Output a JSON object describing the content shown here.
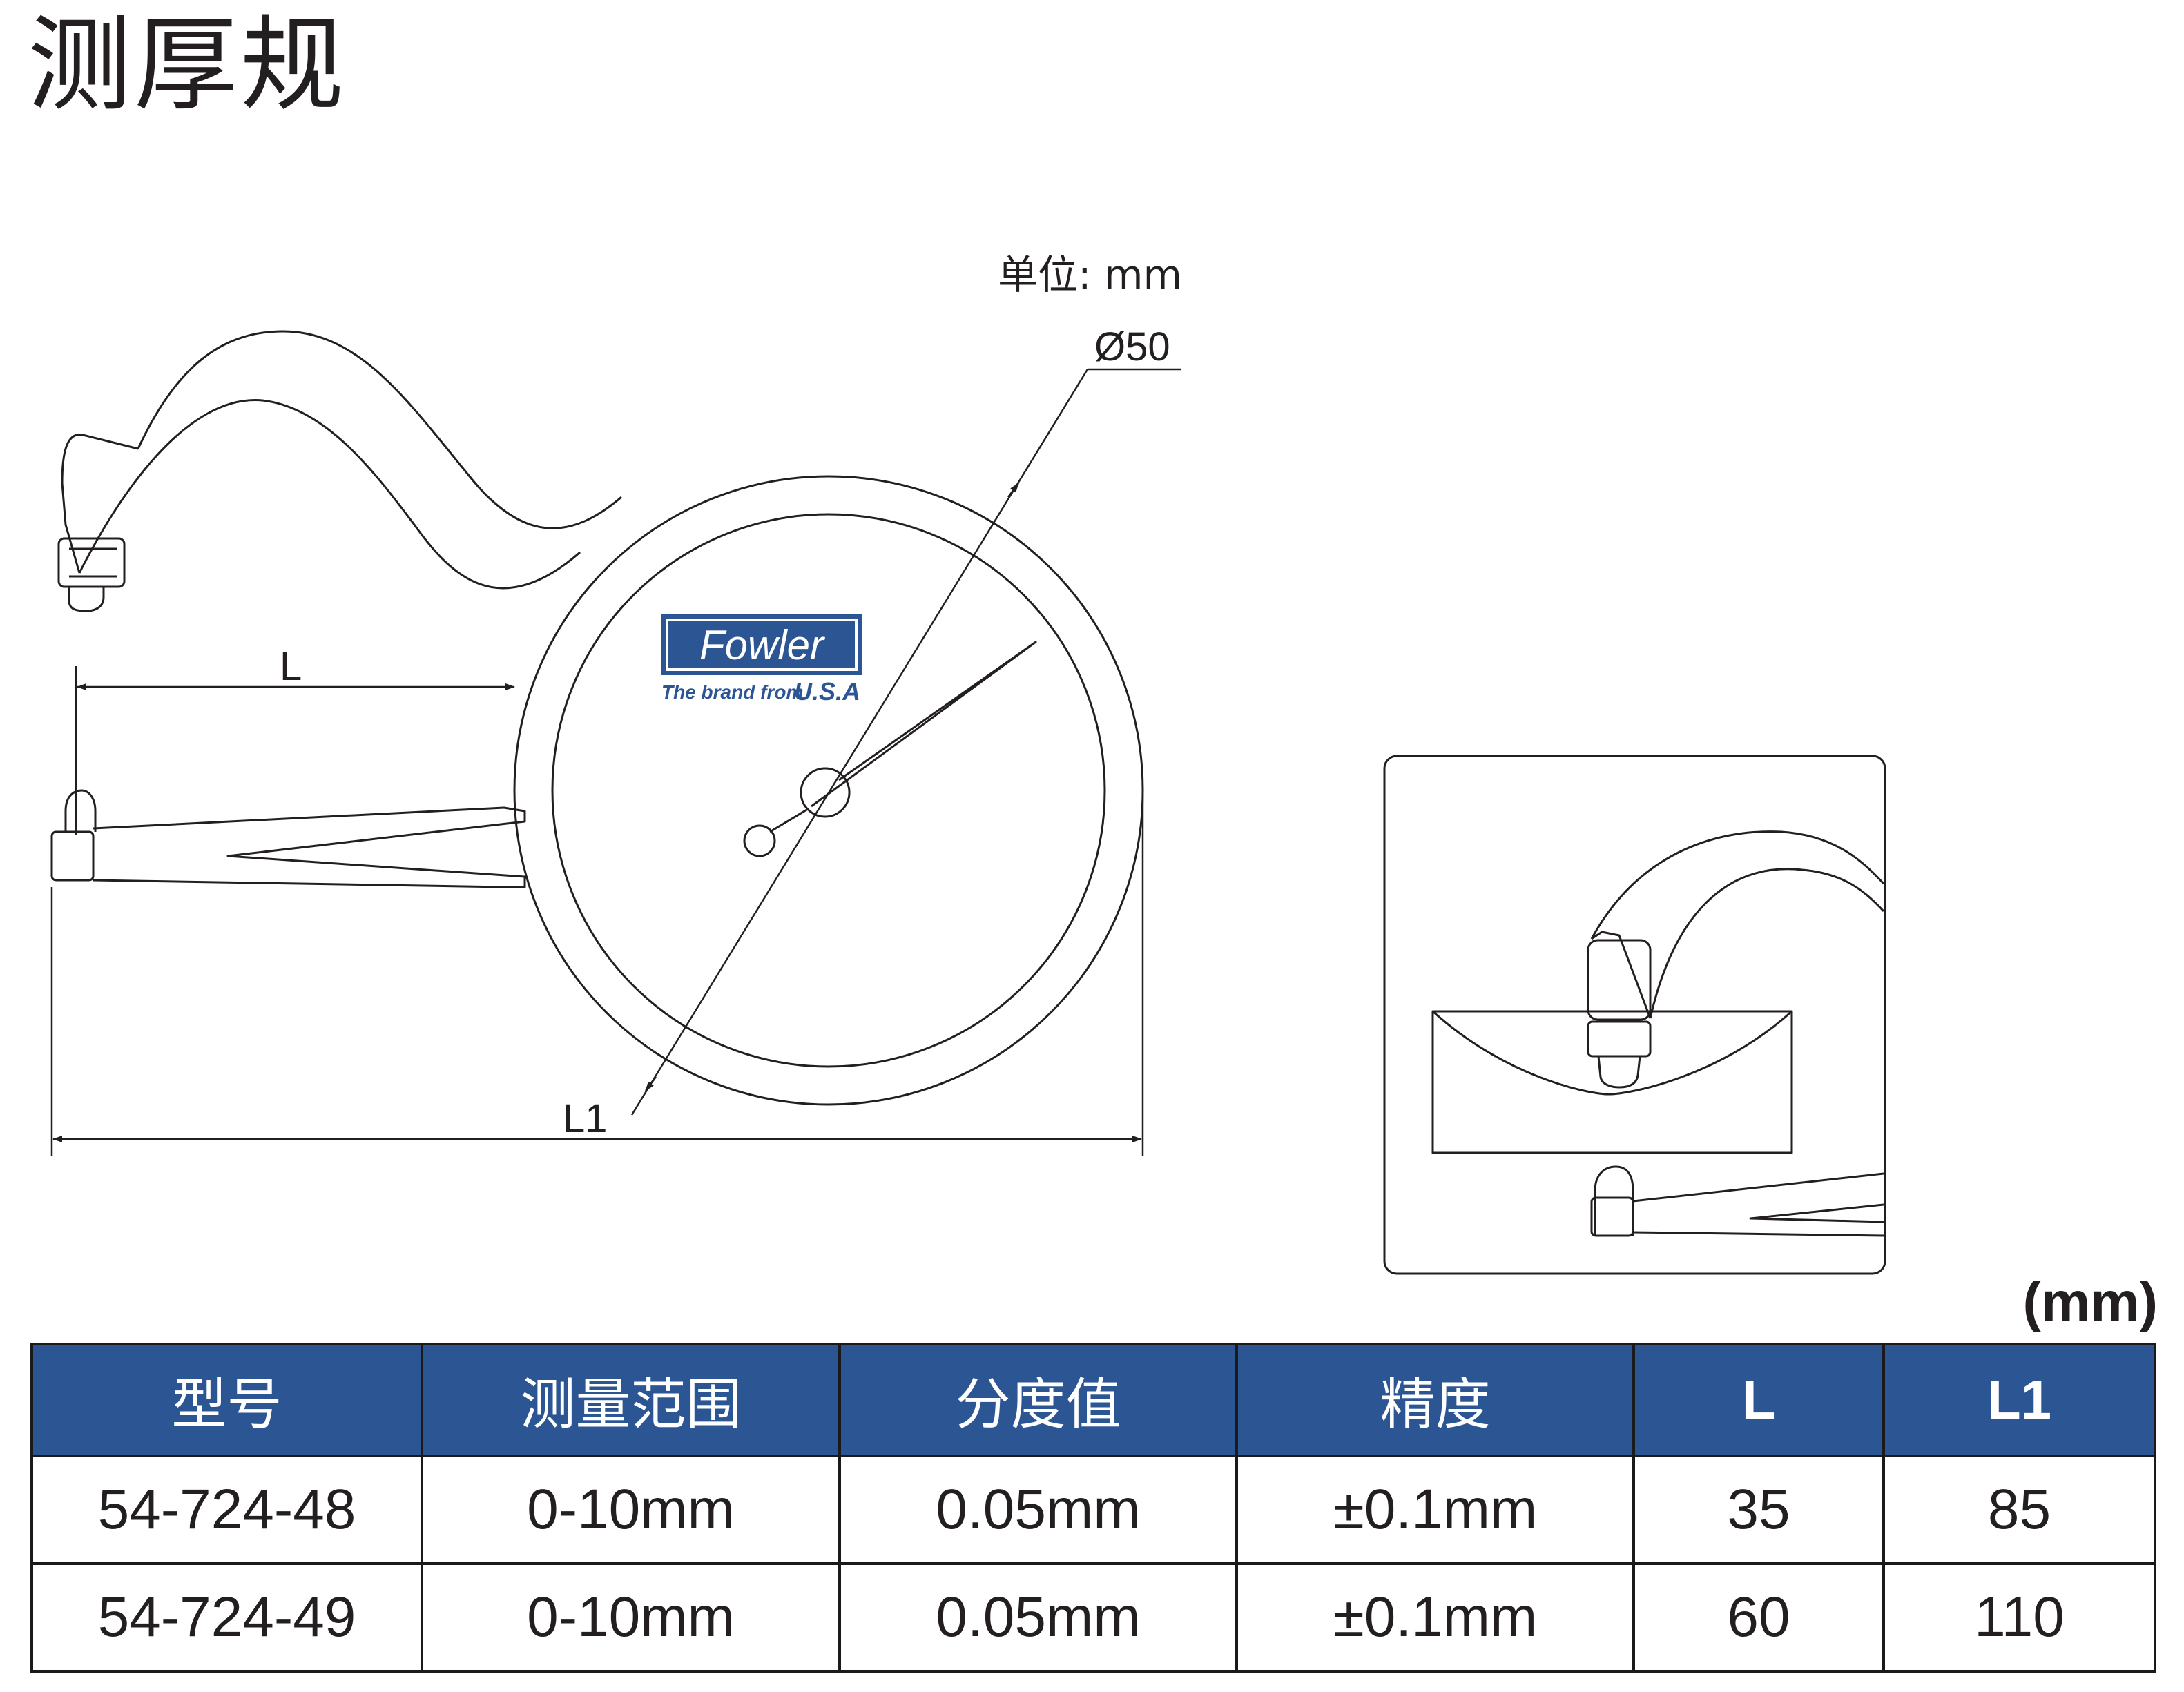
{
  "title": "测厚规",
  "drawing": {
    "unit_note": "单位: mm",
    "diameter_label": "Ø50",
    "dim_L": "L",
    "dim_L1": "L1",
    "brand": {
      "logo": "Fowler",
      "tagline": "The brand from",
      "origin": "U.S.A",
      "logo_color": "#2c5594"
    }
  },
  "table_unit": "(mm)",
  "table": {
    "header_color": "#2c5594",
    "headers": [
      "型号",
      "测量范围",
      "分度值",
      "精度",
      "L",
      "L1"
    ],
    "rows": [
      [
        "54-724-48",
        "0-10mm",
        "0.05mm",
        "±0.1mm",
        "35",
        "85"
      ],
      [
        "54-724-49",
        "0-10mm",
        "0.05mm",
        "±0.1mm",
        "60",
        "110"
      ]
    ]
  }
}
